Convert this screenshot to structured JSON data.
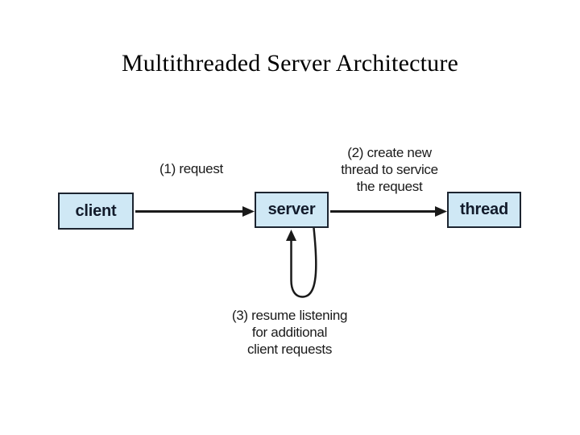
{
  "title": "Multithreaded Server Architecture",
  "diagram": {
    "nodes": [
      {
        "id": "client",
        "label": "client"
      },
      {
        "id": "server",
        "label": "server"
      },
      {
        "id": "thread",
        "label": "thread"
      }
    ],
    "annotations": {
      "step1": {
        "text": "(1) request"
      },
      "step2": {
        "lines": [
          "(2) create new",
          "thread to service",
          "the request"
        ]
      },
      "step3": {
        "lines": [
          "(3) resume listening",
          "for additional",
          "client requests"
        ]
      }
    },
    "edges": [
      {
        "name": "request-arrow",
        "from": "client",
        "to": "server"
      },
      {
        "name": "create-thread-arrow",
        "from": "server",
        "to": "thread"
      },
      {
        "name": "resume-listening-loop",
        "from": "server",
        "to": "server"
      }
    ]
  },
  "colors": {
    "background": "#ffffff",
    "box_fill": "#cfe8f5",
    "box_border": "#1c2430",
    "box_text": "#121b2b",
    "arrow": "#1a1a1a",
    "label_text": "#1a1a1a",
    "title_text": "#000000"
  }
}
